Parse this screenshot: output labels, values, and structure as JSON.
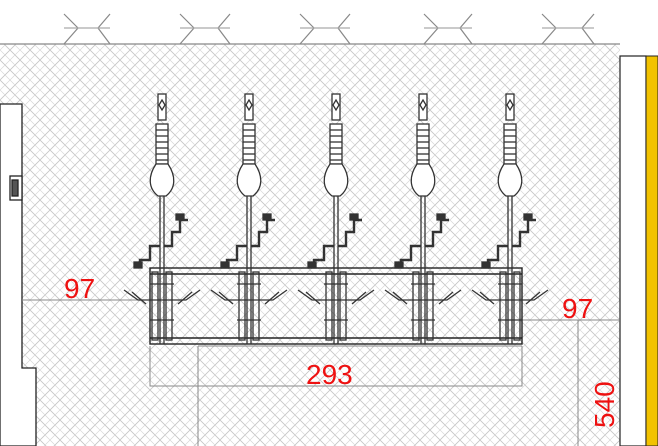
{
  "drawing": {
    "dimensions": {
      "left_offset": "97",
      "right_offset": "97",
      "rail_width": "293",
      "wall_height": "540"
    },
    "fixture_count": 5,
    "colors": {
      "line": "#333333",
      "pattern": "#c4c4c4",
      "dimension_text": "#ee1111",
      "accent_bar": "#f2c200",
      "background": "#ffffff"
    }
  }
}
